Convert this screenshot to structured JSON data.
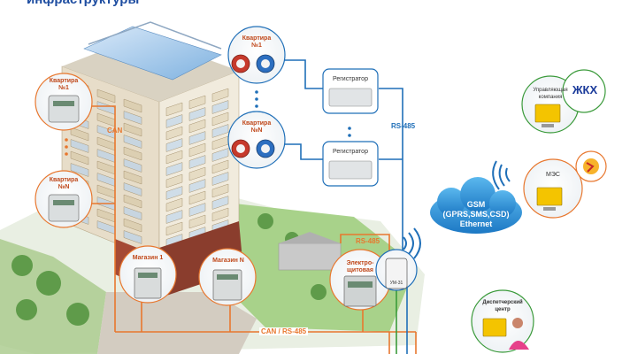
{
  "title": "инфраструктуры",
  "apartments": {
    "water_first": [
      "Квартира",
      "№1"
    ],
    "water_last": [
      "Квартира",
      "№N"
    ],
    "elec_first": [
      "Квартира",
      "№1"
    ],
    "elec_last": [
      "Квартира",
      "№N"
    ]
  },
  "registrators": {
    "top": "Регистратор",
    "bottom": "Регистратор"
  },
  "shops": {
    "first": "Магазин 1",
    "last": "Магазин N"
  },
  "panel": [
    "Электро-",
    "щитовая"
  ],
  "modem_label": "УМ-31",
  "buses": {
    "can_vertical": "CAN",
    "rs485_right": "RS-485",
    "rs485_panel": "RS-485",
    "can_rs485_bottom": "CAN / RS-485"
  },
  "gsm": {
    "line1": "GSM",
    "line2": "(GPRS,SMS,CSD)",
    "line3": "Ethernet"
  },
  "recipients": {
    "management": [
      "Управляющая",
      "компания"
    ],
    "zhkh": "ЖКХ",
    "mes": "МЭС",
    "dispatch": [
      "Диспетчерский",
      "центр"
    ]
  },
  "colors": {
    "orange": "#e8772e",
    "blue": "#1f6fb8",
    "green": "#3a9a3a",
    "gsm": "#2a8fd4"
  }
}
